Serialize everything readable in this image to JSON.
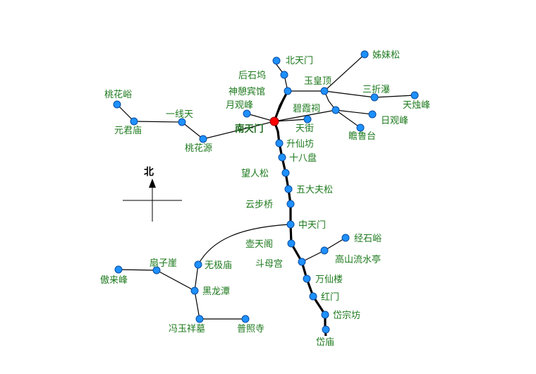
{
  "map": {
    "compass": {
      "label": "北"
    },
    "colors": {
      "trail": "#000000",
      "node_fill": "#1e90ff",
      "node_stroke": "#0a4c9e",
      "highlight_node": "#ff0000",
      "label": "#1e7a1e"
    },
    "places": {
      "beitianmen": "北天门",
      "houshiwu": "后石坞",
      "shenqibinguan": "神憩宾馆",
      "yuehuangding": "玉皇顶",
      "zimeisong": "姊妹松",
      "sanzhepu": "三折瀑",
      "tianzhufeng": "天烛峰",
      "yueguanfeng": "月观峰",
      "bixiaci": "碧霞祠",
      "riguanfeng": "日观峰",
      "nantianmen": "南天门",
      "tianjie": "天街",
      "zhanlutai": "瞻鲁台",
      "taohuayu": "桃花峪",
      "yixiantian": "一线天",
      "yuanjunmiao": "元君庙",
      "taohuayuan": "桃花源",
      "shengxianfang": "升仙坊",
      "shibapan": "十八盘",
      "wangrensong": "望人松",
      "wudafusong": "五大夫松",
      "yunbuqiao": "云步桥",
      "zhongtianmen": "中天门",
      "jingshiyu": "经石峪",
      "hutiange": "壶天阁",
      "gaoshanliushuiting": "高山流水亭",
      "doumugong": "斗母宫",
      "shanziya": "扇子崖",
      "wujimiao": "无极庙",
      "aolaifeng": "傲来峰",
      "wanxianlou": "万仙楼",
      "heilongtan": "黑龙潭",
      "hongmen": "红门",
      "daizongfang": "岱宗坊",
      "fengyuxiangmu": "冯玉祥墓",
      "puzhaosi": "普照寺",
      "daimiao": "岱庙"
    }
  }
}
